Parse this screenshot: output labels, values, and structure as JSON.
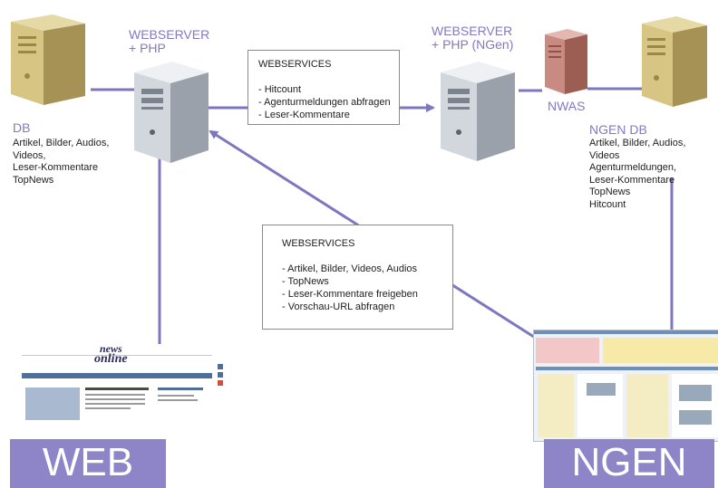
{
  "colors": {
    "accent": "#8d85c8",
    "label_text": "#8577c4",
    "connector": "#7e77c0",
    "body_text": "#1e1e1e",
    "gold_server": "#c9b56e",
    "red_server": "#b97a70",
    "grey_server": "#c9ced6"
  },
  "labels": {
    "webserver_php": [
      "WEBSERVER",
      "+ PHP"
    ],
    "webserver_php_ngen": [
      "WEBSERVER",
      "+ PHP (NGen)"
    ],
    "nwas": "NWAS",
    "db": "DB",
    "ngen_db": "NGEN DB"
  },
  "db_contents": [
    "Artikel, Bilder,  Audios,",
    "Videos,",
    "Leser-Kommentare",
    "TopNews"
  ],
  "ngen_db_contents": [
    "Artikel, Bilder, Audios, Videos",
    "Agenturmeldungen,",
    "Leser-Kommentare",
    "TopNews",
    "Hitcount"
  ],
  "webservices_top": {
    "title": "WEBSERVICES",
    "items": [
      "Hitcount",
      "Agenturmeldungen abfragen",
      "Leser-Kommentare"
    ]
  },
  "webservices_bottom": {
    "title": "WEBSERVICES",
    "items": [
      "Artikel, Bilder, Videos, Audios",
      "TopNews",
      "Leser-Kommentare freigeben",
      "Vorschau-URL abfragen"
    ]
  },
  "web_screenshot": {
    "logo_line1": "news",
    "logo_line2": "online"
  },
  "bands": {
    "web": "WEB",
    "ngen": "NGEN"
  },
  "icons": {
    "db_server": "gold-server-tower-icon",
    "webserver": "grey-server-tower-icon",
    "nwas_server": "red-server-tower-icon",
    "ngen_db_server": "gold-server-tower-icon"
  }
}
